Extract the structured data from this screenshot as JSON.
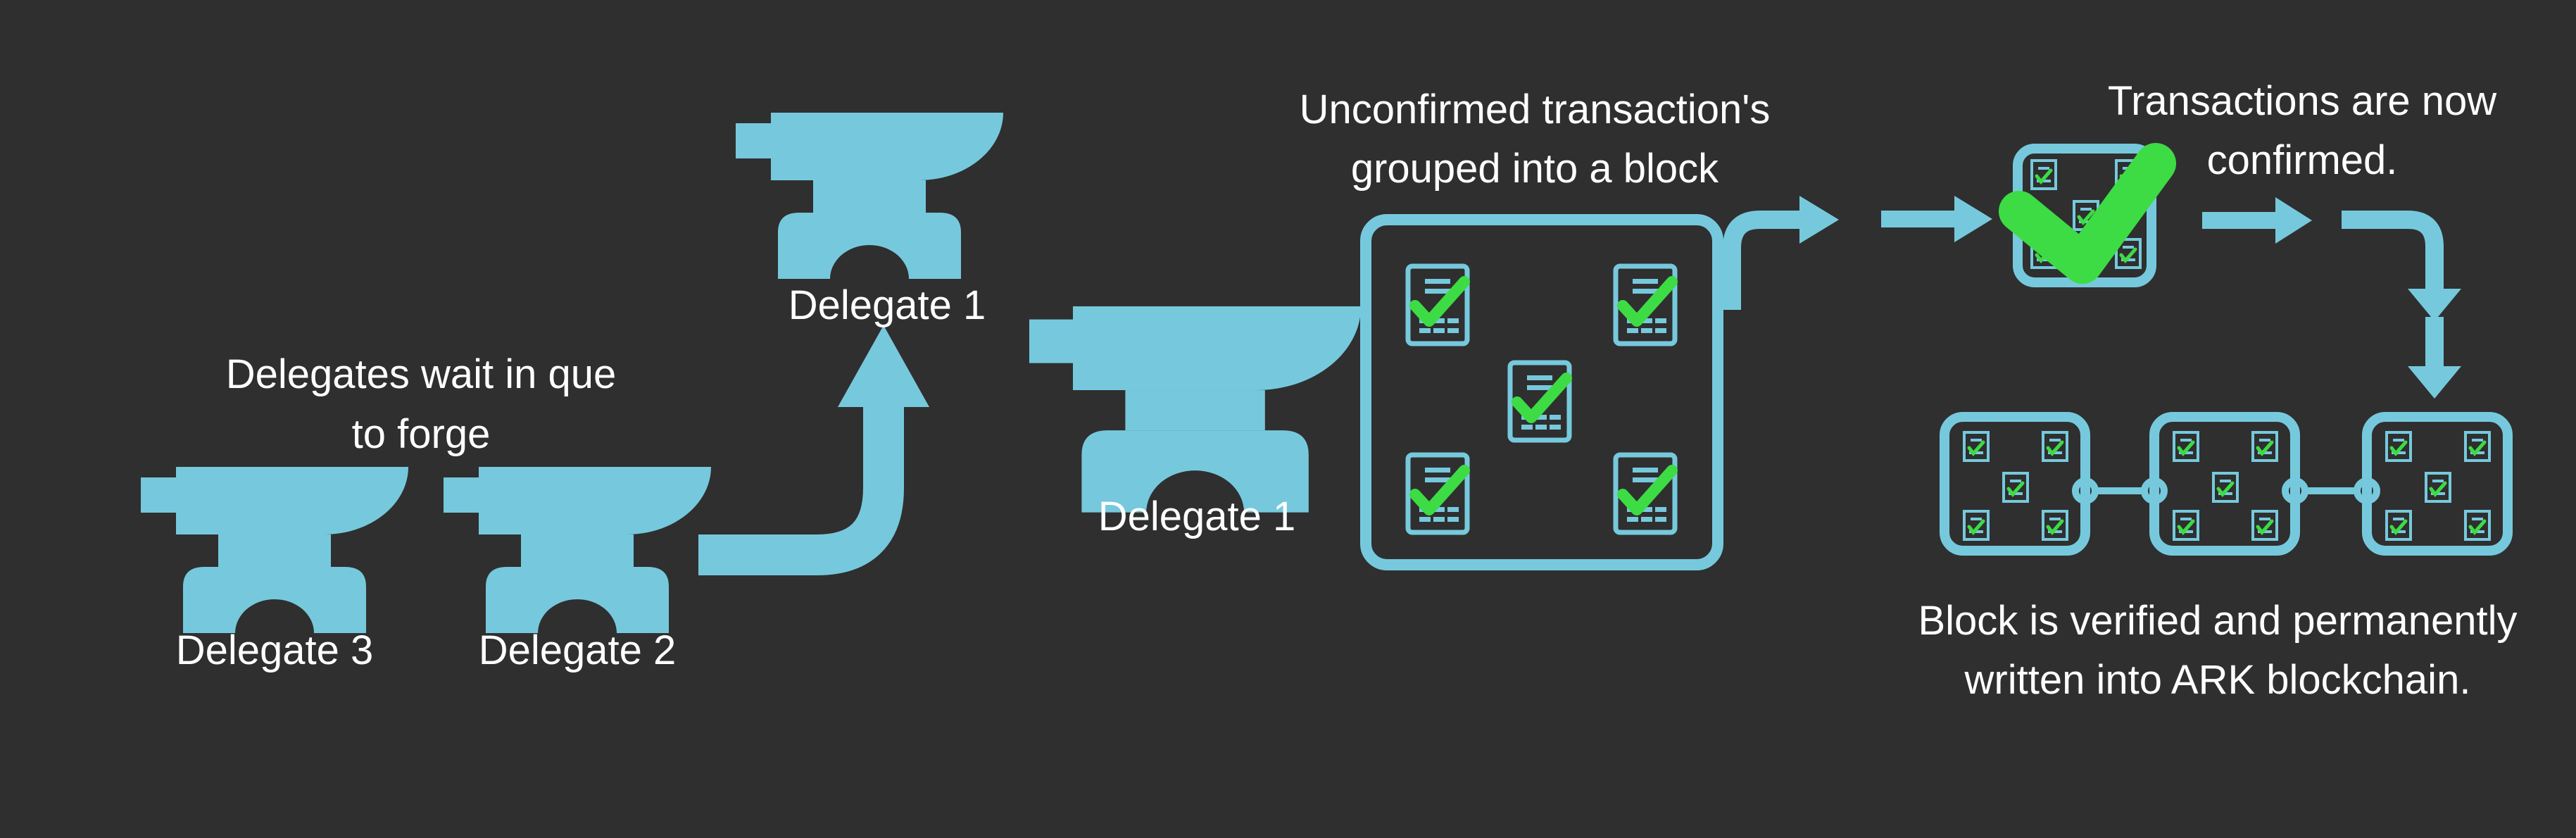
{
  "colors": {
    "background": "#2f2f2f",
    "accent": "#76c9dd",
    "check": "#3ddc44",
    "text": "#ffffff"
  },
  "labels": {
    "wait_queue_line1": "Delegates wait in que",
    "wait_queue_line2": "to forge",
    "delegate3": "Delegate 3",
    "delegate2": "Delegate 2",
    "delegate1_raised": "Delegate 1",
    "delegate1_forging": "Delegate 1",
    "grouped_line1": "Unconfirmed transaction's",
    "grouped_line2": "grouped into a block",
    "confirmed_line1": "Transactions are now",
    "confirmed_line2": "confirmed.",
    "written_line1": "Block is verified and permanently",
    "written_line2": "written into ARK blockchain."
  },
  "icons": [
    "anvil-icon",
    "document-check-icon",
    "checkmark-icon",
    "arrow-icon",
    "block-icon",
    "chain-link-icon"
  ]
}
